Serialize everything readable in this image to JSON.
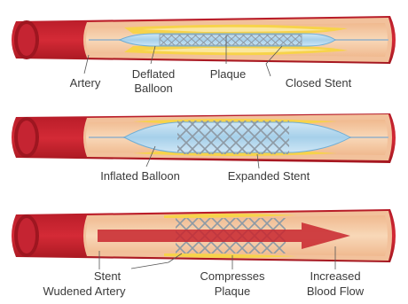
{
  "panel_closed": {
    "labels": {
      "artery": "Artery",
      "deflated_balloon_line1": "Deflated",
      "deflated_balloon_line2": "Balloon",
      "plaque": "Plaque",
      "closed_stent": "Closed Stent"
    }
  },
  "panel_inflated": {
    "labels": {
      "inflated_balloon": "Inflated Balloon",
      "expanded_stent": "Expanded Stent"
    }
  },
  "panel_result": {
    "labels": {
      "stent": "Stent",
      "widened_artery": "Wudened Artery",
      "compresses_plaque_line1": "Compresses",
      "compresses_plaque_line2": "Plaque",
      "blood_flow_line1": "Increased",
      "blood_flow_line2": "Blood Flow"
    }
  },
  "colors": {
    "artery_outer": "#c81f2c",
    "artery_dark": "#9e1620",
    "artery_inner": "#f3c7a1",
    "artery_lumen": "#f6d2b0",
    "plaque": "#f7d34a",
    "plaque_light": "#fbe7a0",
    "balloon": "#a9d3ec",
    "balloon_edge": "#6faed6",
    "stent": "#9aa6b0",
    "arrow": "#c8262e",
    "leader": "#555555",
    "text": "#3a3a3a"
  }
}
